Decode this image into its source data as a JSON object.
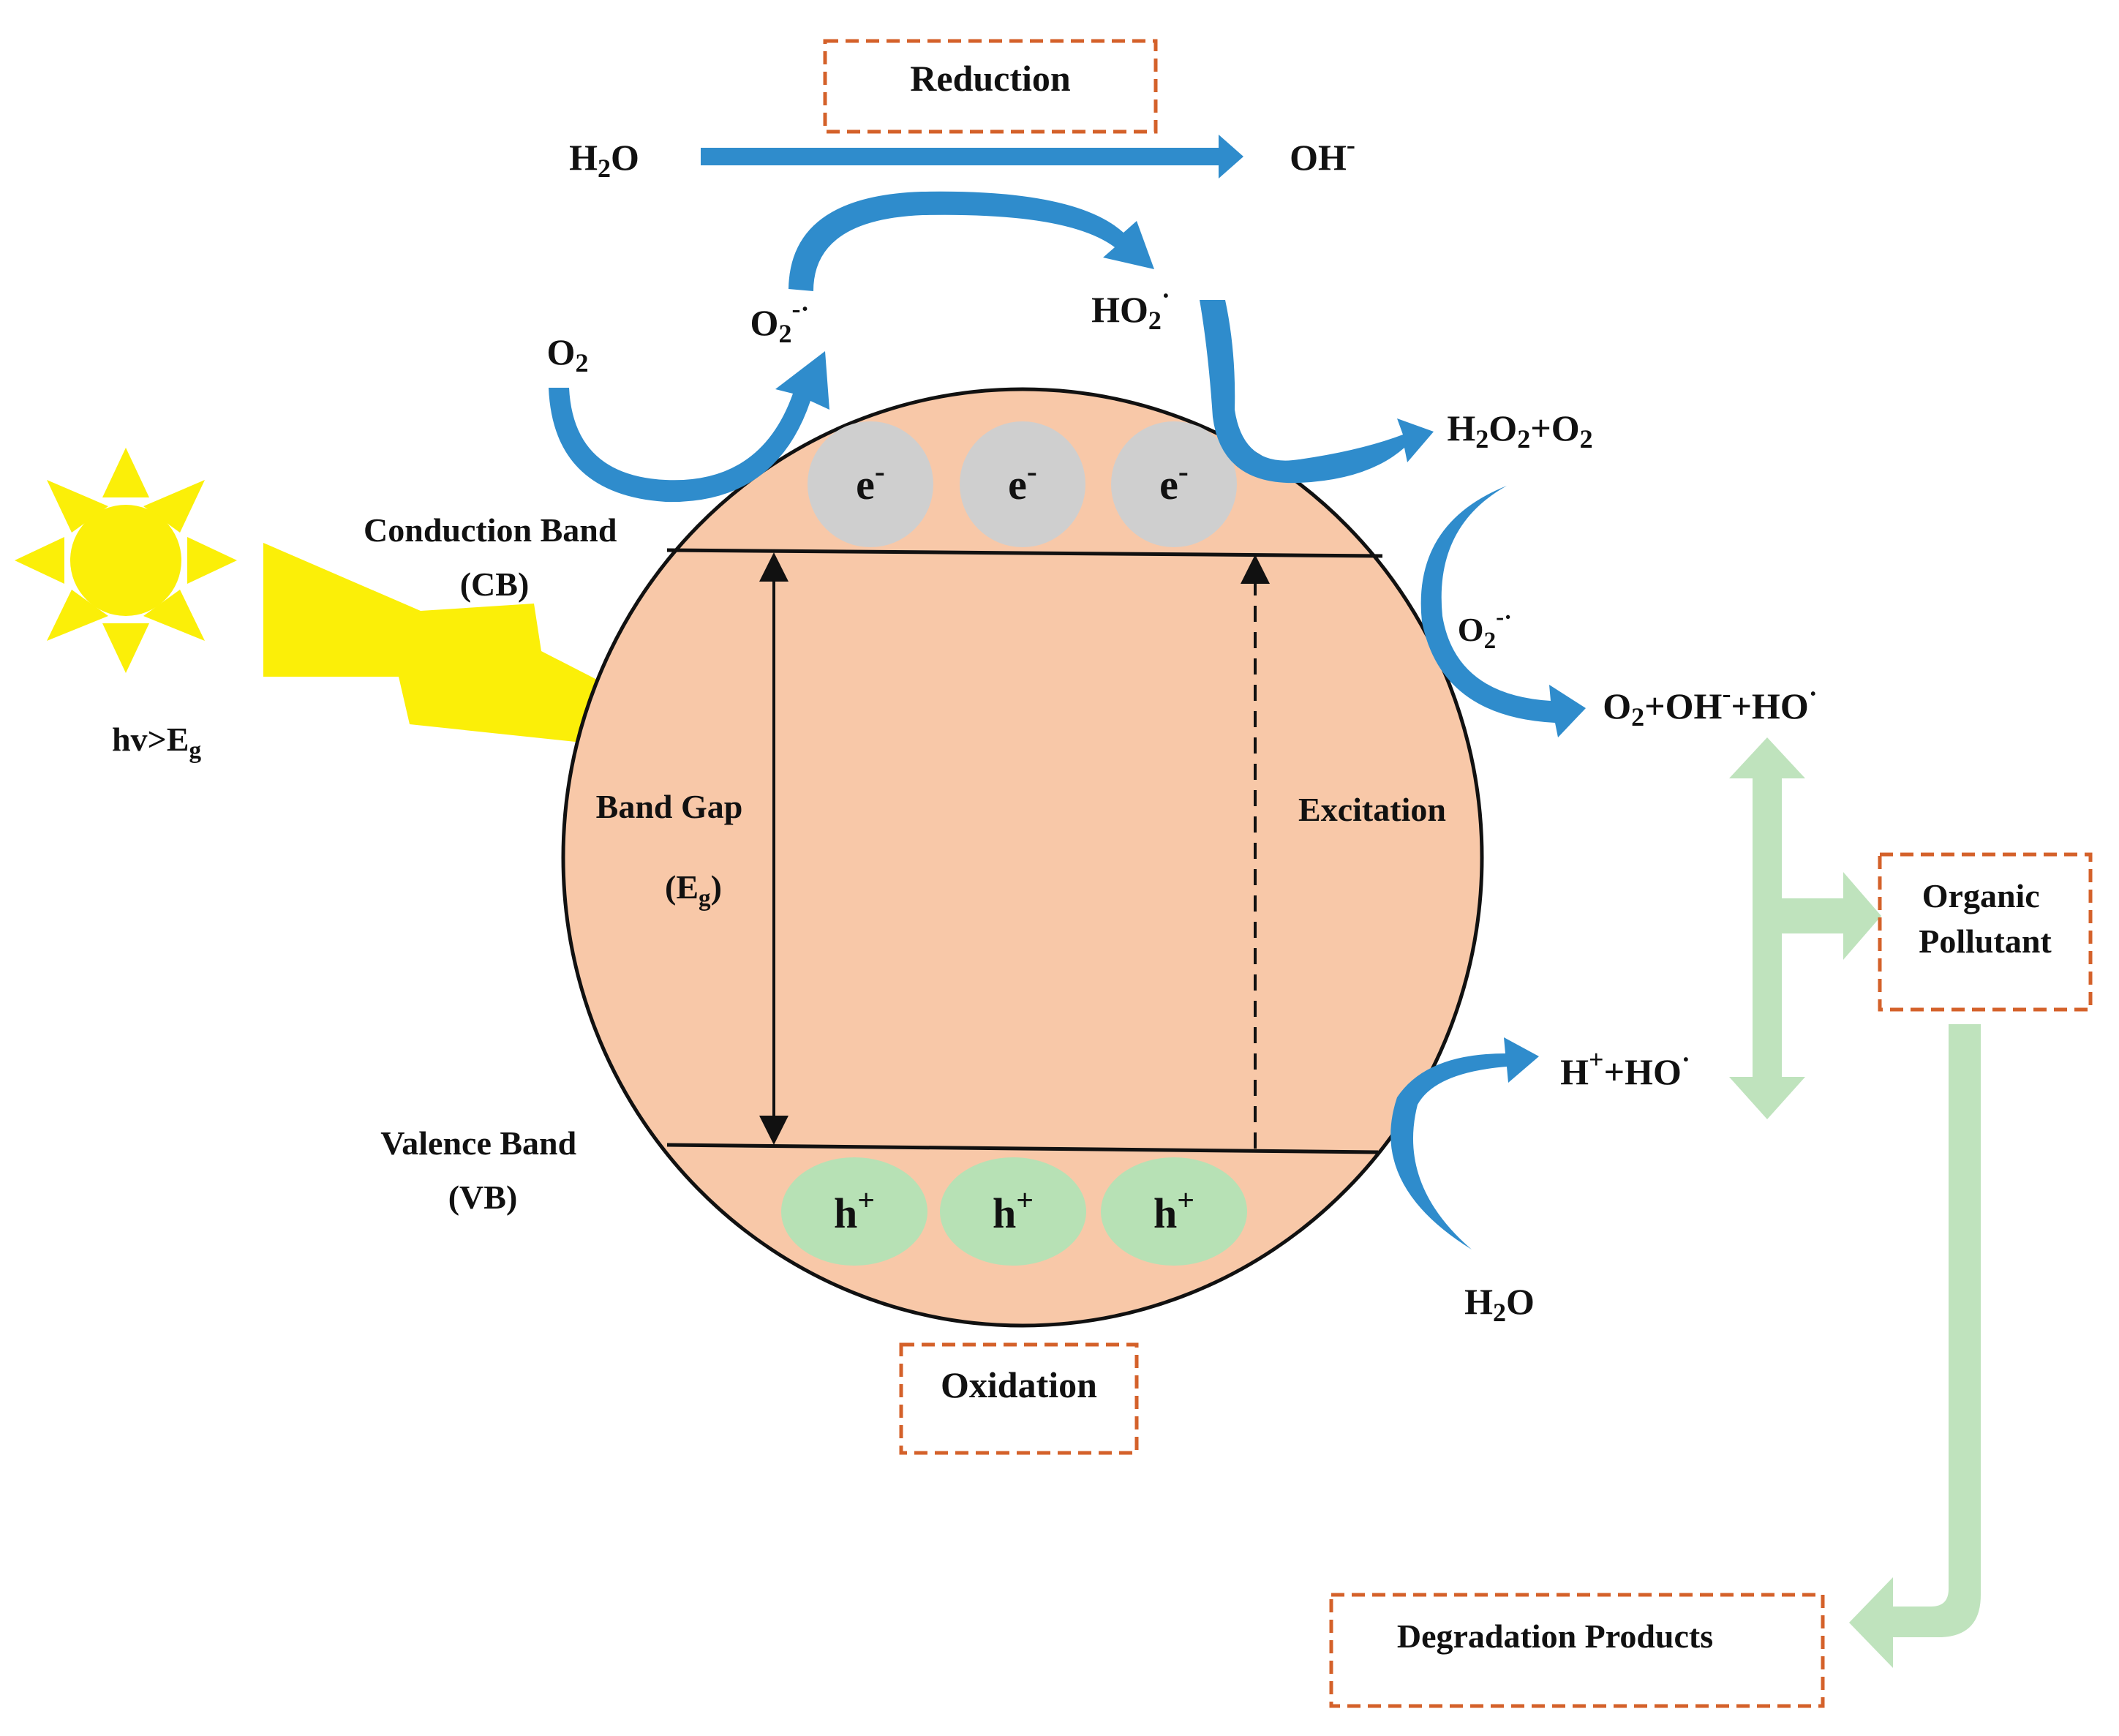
{
  "colors": {
    "particle": "#f8c8a8",
    "electron": "#cfcfcf",
    "hole": "#b7e1b5",
    "sun": "#fbef08",
    "blue_arrow": "#2f8ccc",
    "green_arrow": "#bfe3bd",
    "dashed_box": "#d4612a",
    "text": "#111111"
  },
  "boxes": {
    "reduction": "Reduction",
    "oxidation": "Oxidation",
    "organic_pollutant_line1": "Organic",
    "organic_pollutant_line2": "Pollutant",
    "degradation_products": "Degradation Products"
  },
  "bands": {
    "cb_line1": "Conduction Band",
    "cb_line2": "(CB)",
    "vb_line1": "Valence Band",
    "vb_line2": "(VB)",
    "band_gap": "Band Gap",
    "eg_open": "(E",
    "eg_sub": "g",
    "eg_close": ")",
    "excitation": "Excitation"
  },
  "light": {
    "hv_main": "hv>E",
    "hv_sub": "g"
  },
  "carriers": {
    "electron_base": "e",
    "electron_sup": "-",
    "hole_base": "h",
    "hole_sup": "+"
  },
  "species": {
    "h2o_top_a": "H",
    "h2o_top_sub": "2",
    "h2o_top_b": "O",
    "oh_minus_base": "OH",
    "oh_minus_sup": "-",
    "o2_base": "O",
    "o2_sub": "2",
    "o2rad_left_base": "O",
    "o2rad_left_sub": "2",
    "o2rad_left_sup": "-·",
    "ho2_base": "HO",
    "ho2_sub": "2",
    "ho2_sup": "·",
    "h2o2o2_a": "H",
    "h2o2o2_sub1": "2",
    "h2o2o2_b": "O",
    "h2o2o2_sub2": "2",
    "h2o2o2_c": "+O",
    "h2o2o2_sub3": "2",
    "o2rad_right_base": "O",
    "o2rad_right_sub": "2",
    "o2rad_right_sup": "-·",
    "mix_a": "O",
    "mix_sub": "2",
    "mix_b": "+OH",
    "mix_sup1": "-",
    "mix_c": "+HO",
    "mix_sup2": "·",
    "hho_a": "H",
    "hho_sup1": "+",
    "hho_b": "+HO",
    "hho_sup2": "·",
    "h2o_bottom_a": "H",
    "h2o_bottom_sub": "2",
    "h2o_bottom_b": "O"
  }
}
